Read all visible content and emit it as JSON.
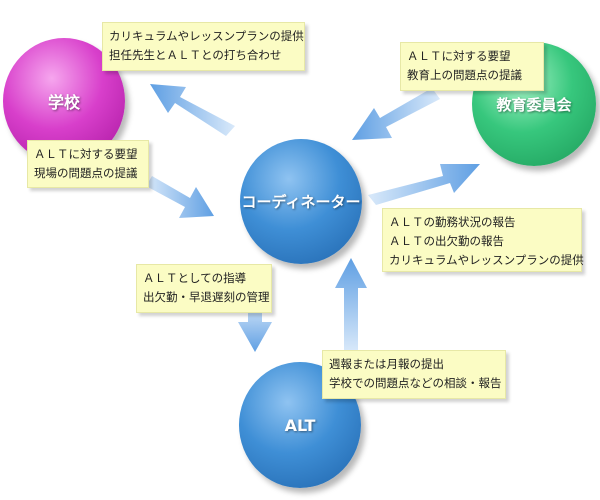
{
  "nodes": {
    "school": "学校",
    "board": "教育委員会",
    "coordinator": "コーディネーター",
    "alt": "ALT"
  },
  "notes": {
    "coord_to_school": [
      "カリキュラムやレッスンプランの提供",
      "担任先生とＡＬＴとの打ち合わせ"
    ],
    "board_to_coord": [
      "ＡＬＴに対する要望",
      "教育上の問題点の提議"
    ],
    "school_to_coord": [
      "ＡＬＴに対する要望",
      "現場の問題点の提議"
    ],
    "coord_to_board": [
      "ＡＬＴの勤務状況の報告",
      "ＡＬＴの出欠勤の報告",
      "カリキュラムやレッスンプランの提供"
    ],
    "coord_to_alt": [
      "ＡＬＴとしての指導",
      "出欠勤・早退遅刻の管理"
    ],
    "alt_to_coord": [
      "週報または月報の提出",
      "学校での問題点などの相談・報告"
    ]
  },
  "colors": {
    "school": "#d83fcb",
    "board": "#37c77d",
    "coordinator": "#3f8fd6",
    "alt": "#3f8fd6",
    "note_fill": "#fbfcc4",
    "arrow": "#7fb2e8"
  }
}
